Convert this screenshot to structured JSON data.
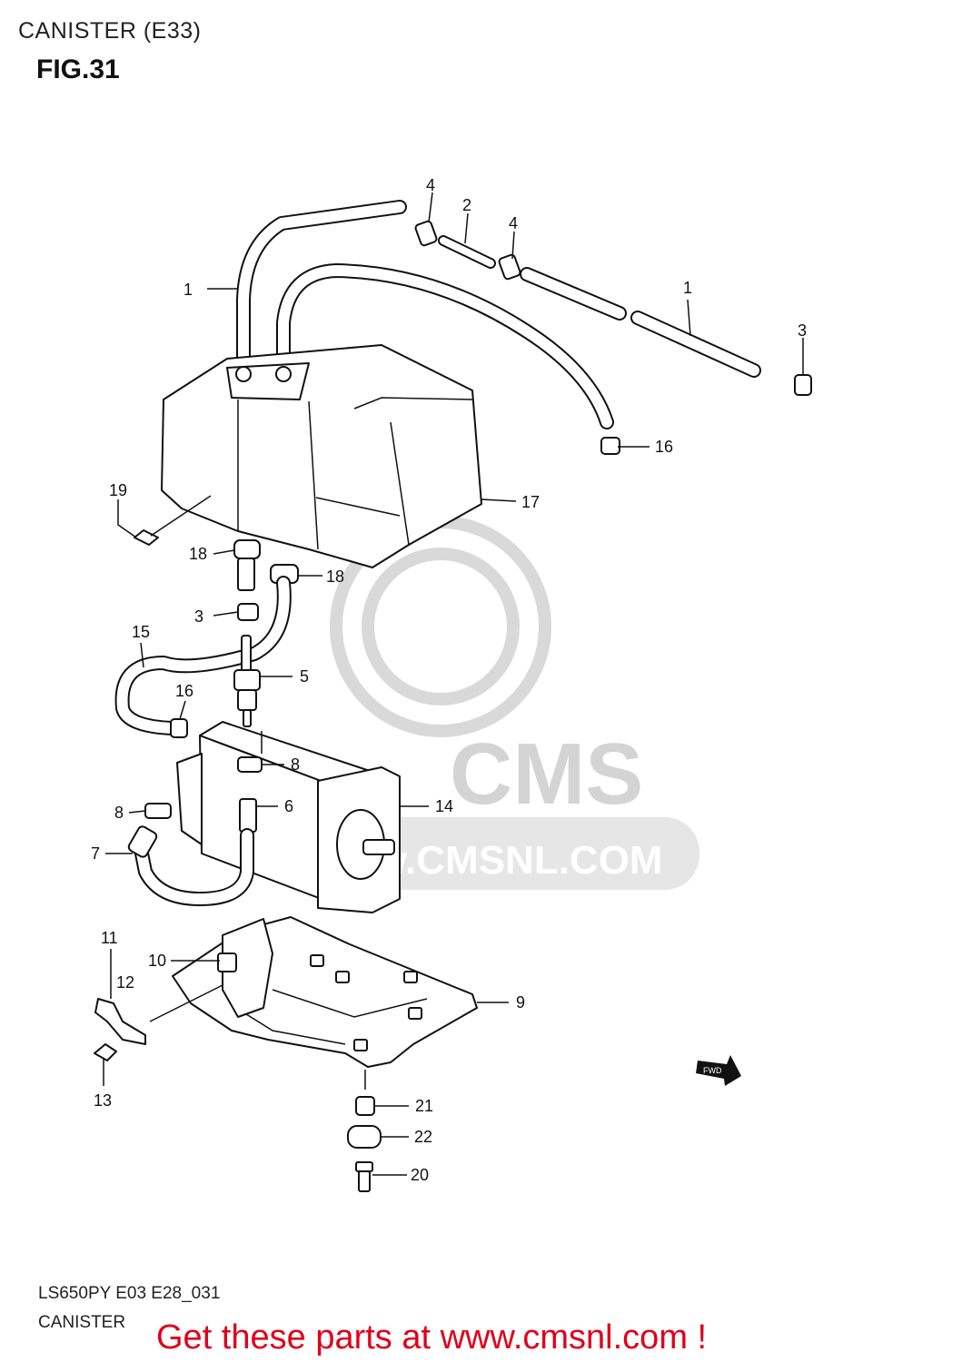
{
  "header": {
    "page_title": "CANISTER (E33)",
    "figure_label": "FIG.31"
  },
  "watermark": {
    "brand": "CMS",
    "url": "www.CMSNL.COM"
  },
  "fwd_badge": "FWD",
  "callouts": [
    "1",
    "2",
    "3",
    "4",
    "5",
    "6",
    "7",
    "8",
    "9",
    "10",
    "11",
    "12",
    "13",
    "14",
    "15",
    "16",
    "17",
    "18",
    "19",
    "20",
    "21",
    "22"
  ],
  "footer": {
    "model_code": "LS650PY E03 E28_031",
    "label": "CANISTER"
  },
  "promo": {
    "text": "Get these parts at www.cmsnl.com !",
    "color": "#e0001a"
  }
}
